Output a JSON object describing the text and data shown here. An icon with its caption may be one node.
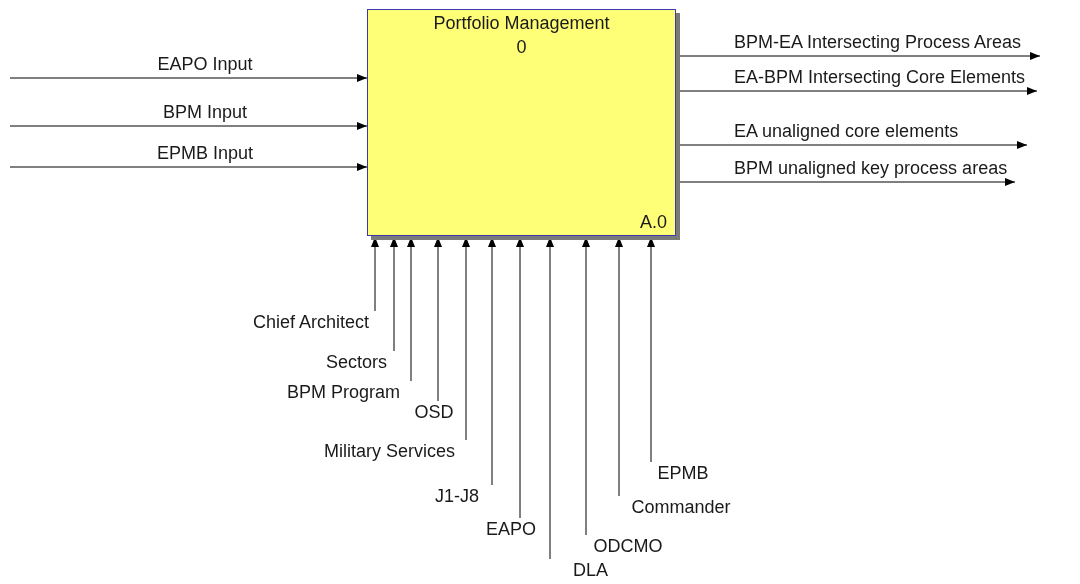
{
  "diagram": {
    "nodes": [
      {
        "text": [
          "Portfolio Management",
          "0",
          "A.0"
        ]
      },
      {
        "text": [
          "Chief Architect"
        ]
      },
      {
        "text": [
          "Sectors"
        ]
      },
      {
        "text": [
          "BPM Program"
        ]
      },
      {
        "text": [
          "OSD"
        ]
      },
      {
        "text": [
          "Military Services"
        ]
      },
      {
        "text": [
          "J1-J8"
        ]
      },
      {
        "text": [
          "EAPO"
        ]
      },
      {
        "text": [
          "DLA"
        ]
      },
      {
        "text": [
          "ODCMO"
        ]
      },
      {
        "text": [
          "EPMB"
        ]
      },
      {
        "text": [
          "Commander"
        ]
      }
    ],
    "edges": [
      {
        "from": null,
        "to": 0,
        "arrow": "to",
        "label": "EAPO Input"
      },
      {
        "from": null,
        "to": 0,
        "arrow": "to",
        "label": "BPM Input"
      },
      {
        "from": null,
        "to": 0,
        "arrow": "to",
        "label": "EPMB Input"
      },
      {
        "from": 0,
        "to": null,
        "arrow": "to",
        "label": "BPM-EA Intersecting Process Areas"
      },
      {
        "from": 0,
        "to": null,
        "arrow": "to",
        "label": "EA-BPM Intersecting Core Elements"
      },
      {
        "from": 0,
        "to": null,
        "arrow": "to",
        "label": "EA unaligned core elements"
      },
      {
        "from": 0,
        "to": null,
        "arrow": "to",
        "label": "BPM unaligned key process areas"
      },
      {
        "from": 1,
        "to": 0,
        "arrow": "to"
      },
      {
        "from": 2,
        "to": 0,
        "arrow": "to"
      },
      {
        "from": 3,
        "to": 0,
        "arrow": "to"
      },
      {
        "from": 4,
        "to": 0,
        "arrow": "to"
      },
      {
        "from": 5,
        "to": 0,
        "arrow": "to"
      },
      {
        "from": 6,
        "to": 0,
        "arrow": "to"
      },
      {
        "from": 7,
        "to": 0,
        "arrow": "to"
      },
      {
        "from": 8,
        "to": 0,
        "arrow": "to"
      },
      {
        "from": 9,
        "to": 0,
        "arrow": "to"
      },
      {
        "from": 10,
        "to": 0,
        "arrow": "to"
      },
      {
        "from": 11,
        "to": 0,
        "arrow": "to"
      }
    ]
  }
}
